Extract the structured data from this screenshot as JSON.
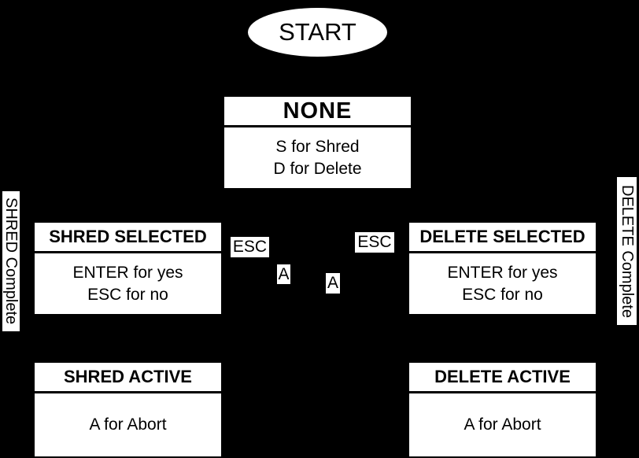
{
  "colors": {
    "background": "#000000",
    "node_fill": "#ffffff",
    "node_text": "#000000"
  },
  "diagram": {
    "start": {
      "label": "START"
    },
    "states": [
      {
        "title": "NONE",
        "lines": [
          "S for Shred",
          "D for Delete"
        ]
      },
      {
        "title": "SHRED SELECTED",
        "lines": [
          "ENTER for yes",
          "ESC for no"
        ]
      },
      {
        "title": "DELETE SELECTED",
        "lines": [
          "ENTER for yes",
          "ESC for no"
        ]
      },
      {
        "title": "SHRED ACTIVE",
        "lines": [
          "A for Abort"
        ]
      },
      {
        "title": "DELETE ACTIVE",
        "lines": [
          "A for Abort"
        ]
      }
    ],
    "edge_labels": {
      "esc_left": "ESC",
      "esc_right": "ESC",
      "a_left": "A",
      "a_right": "A",
      "shred_complete": "SHRED Complete",
      "delete_complete": "DELETE Complete"
    }
  }
}
